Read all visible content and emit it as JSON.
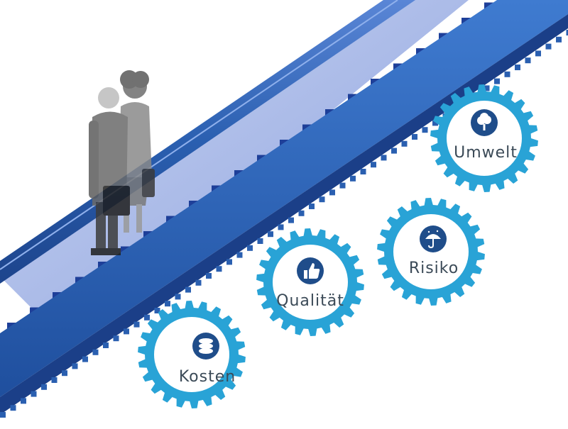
{
  "gears": [
    {
      "label": "Kosten",
      "icon": "coins-icon",
      "color": "#29a3d6",
      "icon_color": "#1f4d8a"
    },
    {
      "label": "Qualität",
      "icon": "thumbs-up-icon",
      "color": "#29a3d6",
      "icon_color": "#1f4d8a"
    },
    {
      "label": "Risiko",
      "icon": "umbrella-icon",
      "color": "#29a3d6",
      "icon_color": "#1f4d8a"
    },
    {
      "label": "Umwelt",
      "icon": "tree-icon",
      "color": "#29a3d6",
      "icon_color": "#1f4d8a"
    }
  ],
  "escalator": {
    "color": "#2a5fb0",
    "step_color": "#1e3f99",
    "glass_color": "#a9b8e6"
  }
}
